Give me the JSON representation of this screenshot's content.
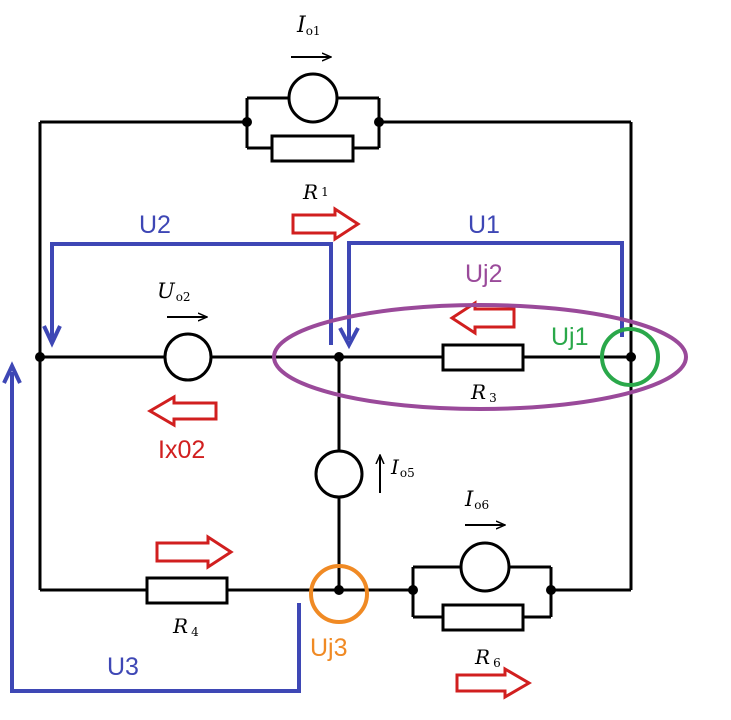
{
  "colors": {
    "wire": "#000000",
    "voltage_paths": "#3e47b5",
    "current_arrows": "#d11f1f",
    "node_j1": "#2aa84a",
    "node_j2": "#9a4a9a",
    "node_j3": "#f08a24"
  },
  "labels": {
    "io1": "I",
    "io1_sub": "o1",
    "r1": "R",
    "r1_sub": "1",
    "uo2": "U",
    "uo2_sub": "o2",
    "r3": "R",
    "r3_sub": "3",
    "io5": "I",
    "io5_sub": "o5",
    "io6": "I",
    "io6_sub": "o6",
    "r4": "R",
    "r4_sub": "4",
    "r6": "R",
    "r6_sub": "6"
  },
  "annotations": {
    "u1": "U1",
    "u2": "U2",
    "u3": "U3",
    "uj1": "Uj1",
    "uj2": "Uj2",
    "uj3": "Uj3",
    "ix02": "Ix02"
  }
}
